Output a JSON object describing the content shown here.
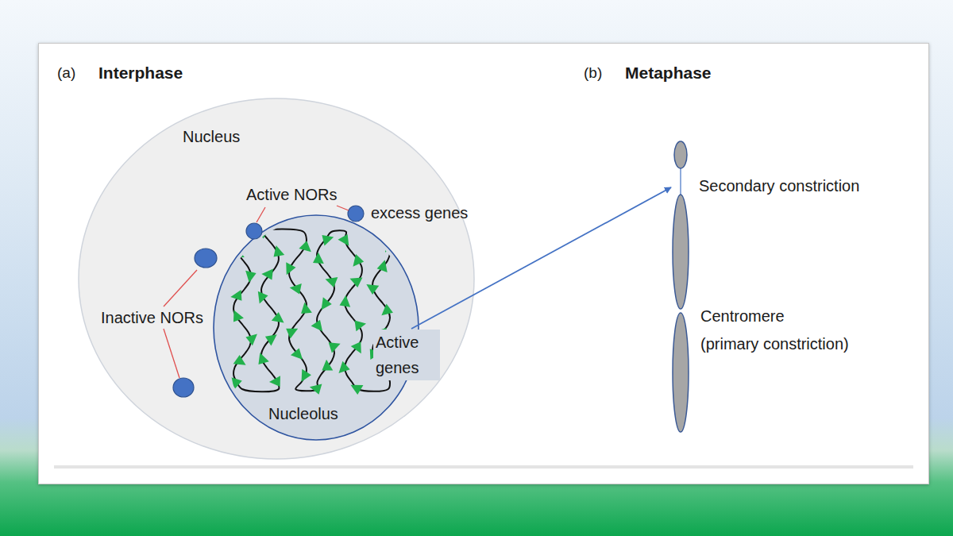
{
  "diagram": {
    "nodes": [
      {
        "text": [
          "Nucleus"
        ]
      },
      {
        "text": [
          "Active genes",
          "Nucleolus"
        ],
        "in": 0
      }
    ],
    "labels": [
      "(a)",
      "Interphase",
      "(b)",
      "Metaphase",
      "Active NORs",
      "excess genes",
      "Inactive NORs",
      "Secondary constriction",
      "Centromere (primary constriction)"
    ]
  }
}
